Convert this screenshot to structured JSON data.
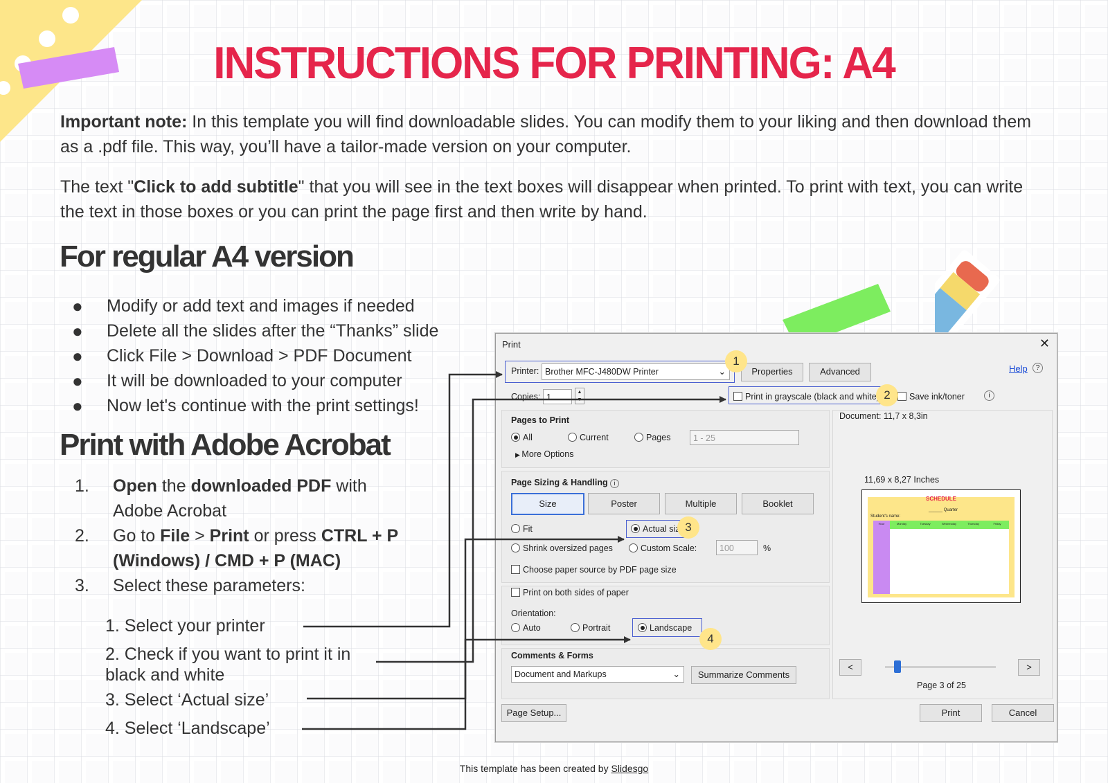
{
  "page": {
    "title": "INSTRUCTIONS FOR PRINTING: A4",
    "note_label": "Important note:",
    "note_text": "In this template you will find downloadable slides. You can modify them to your liking and then download them as a .pdf file. This way, you’ll have a tailor-made version on your computer.",
    "subtitle_pre": "The text \"",
    "subtitle_bold": "Click to add subtitle",
    "subtitle_post": "\" that you will see in the text boxes will disappear when printed. To print with text, you can write the text in those boxes or you can print the page first and then write by hand.",
    "section1_heading": "For regular A4 version",
    "bullets": [
      "Modify or add text and images if needed",
      "Delete all the slides after the “Thanks” slide",
      "Click File > Download > PDF Document",
      "It will be downloaded to your computer",
      "Now let's continue with the print settings!"
    ],
    "bullet_glyph": "●",
    "section2_heading": "Print with Adobe Acrobat",
    "step1": {
      "num": "1.",
      "b1": "Open",
      "t1": " the ",
      "b2": "downloaded PDF",
      "t2": " with",
      "line2": "Adobe Acrobat"
    },
    "step2": {
      "num": "2.",
      "t1": "Go to ",
      "b1": "File",
      "t2": " > ",
      "b2": "Print",
      "t3": " or press ",
      "b3": "CTRL + P",
      "line2": "(Windows) / CMD + P (MAC)"
    },
    "step3": {
      "num": "3.",
      "text": "Select these parameters:"
    },
    "sub_steps": [
      "1. Select your printer",
      "2. Check if you want to print it in",
      "black and white",
      "3. Select ‘Actual size’",
      "4. Select ‘Landscape’"
    ],
    "footer_text": "This template has been created by ",
    "footer_link": "Slidesgo"
  },
  "dialog": {
    "title": "Print",
    "close": "✕",
    "printer_label": "Printer:",
    "printer_value": "Brother MFC-J480DW Printer",
    "properties": "Properties",
    "advanced": "Advanced",
    "help": "Help",
    "help_icon": "?",
    "copies_label": "Copies:",
    "copies_value": "1",
    "grayscale": "Print in grayscale (black and white)",
    "save_ink": "Save ink/toner",
    "info_icon": "i",
    "pages_heading": "Pages to Print",
    "all": "All",
    "current": "Current",
    "pages": "Pages",
    "pages_range": "1 - 25",
    "more_options": "More Options",
    "sizing_heading": "Page Sizing & Handling",
    "size": "Size",
    "poster": "Poster",
    "multiple": "Multiple",
    "booklet": "Booklet",
    "fit": "Fit",
    "actual_size": "Actual size",
    "shrink": "Shrink oversized pages",
    "custom_scale": "Custom Scale:",
    "scale_value": "100",
    "percent": "%",
    "paper_source": "Choose paper source by PDF page size",
    "both_sides": "Print on both sides of paper",
    "orientation_label": "Orientation:",
    "auto": "Auto",
    "portrait": "Portrait",
    "landscape": "Landscape",
    "comments_heading": "Comments & Forms",
    "comments_value": "Document and Markups",
    "summarize": "Summarize Comments",
    "document_size": "Document: 11,7 x 8,3in",
    "preview_size": "11,69 x 8,27 Inches",
    "preview_title": "SCHEDULE",
    "preview_student": "Student's name:",
    "preview_quarter": "______ Quarter",
    "preview_days": [
      "Hour",
      "Monday",
      "Tuesday",
      "Wednesday",
      "Thursday",
      "Friday"
    ],
    "prev": "<",
    "next": ">",
    "page_indicator": "Page 3 of 25",
    "slider_position": 0.11,
    "page_setup": "Page Setup...",
    "print": "Print",
    "cancel": "Cancel"
  },
  "badges": [
    "1",
    "2",
    "3",
    "4"
  ],
  "colors": {
    "title": "#e5254b",
    "text": "#333333",
    "badge": "#ffe58a",
    "highlight": "#4a5fd0",
    "tape_purple": "#d68bf5",
    "tape_green": "#7ded5f",
    "corner_yellow": "#fde68a"
  }
}
